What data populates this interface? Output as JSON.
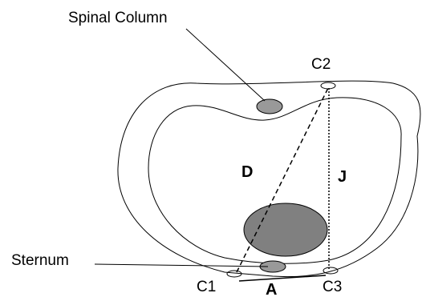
{
  "labels": {
    "spinal_column": "Spinal Column",
    "sternum": "Sternum",
    "c1": "C1",
    "c2": "C2",
    "c3": "C3",
    "d": "D",
    "j": "J",
    "a": "A"
  },
  "colors": {
    "line": "#000000",
    "organ_fill": "#808080",
    "small_fill": "#999999",
    "background": "#ffffff"
  }
}
